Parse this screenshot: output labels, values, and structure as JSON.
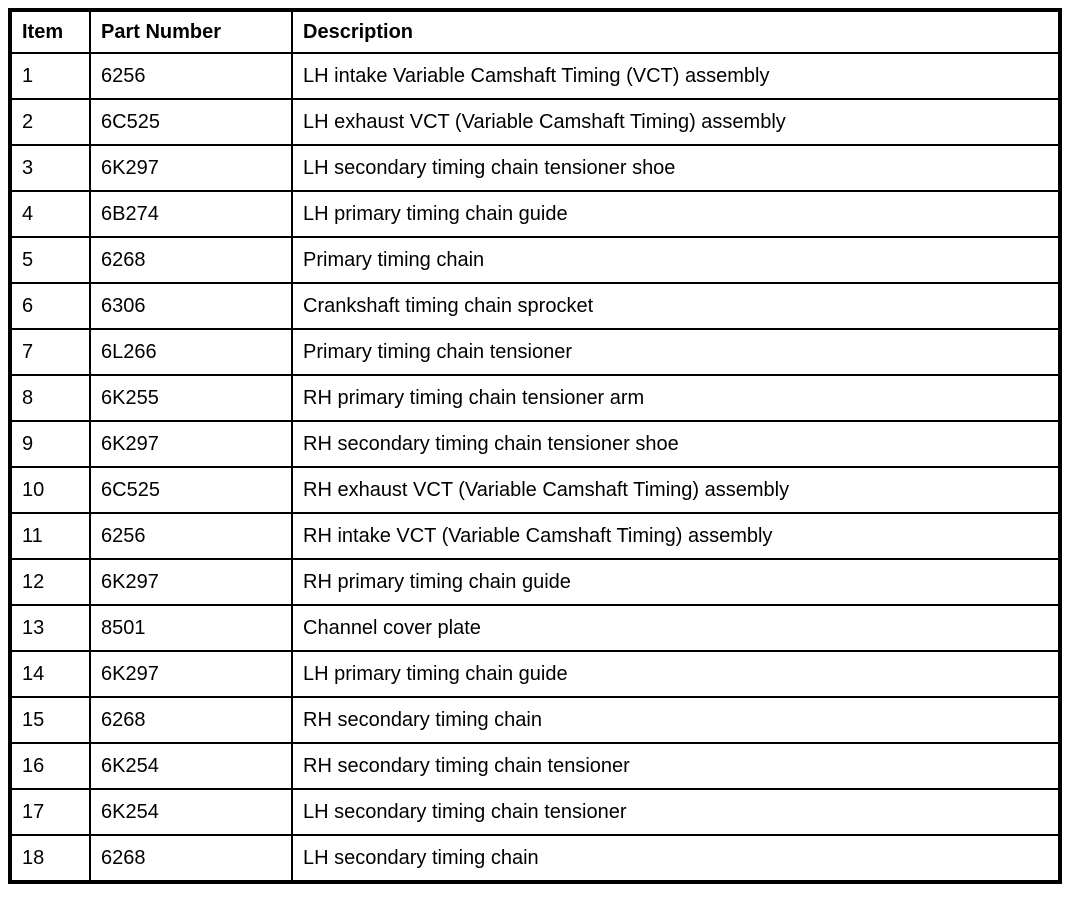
{
  "colors": {
    "border": "#000000",
    "text": "#000000",
    "background": "#ffffff"
  },
  "table": {
    "headers": [
      "Item",
      "Part Number",
      "Description"
    ],
    "rows": [
      {
        "item": "1",
        "part_number": "6256",
        "description": "LH intake Variable Camshaft Timing (VCT) assembly"
      },
      {
        "item": "2",
        "part_number": "6C525",
        "description": "LH exhaust VCT (Variable Camshaft Timing) assembly"
      },
      {
        "item": "3",
        "part_number": "6K297",
        "description": "LH secondary timing chain tensioner shoe"
      },
      {
        "item": "4",
        "part_number": "6B274",
        "description": "LH primary timing chain guide"
      },
      {
        "item": "5",
        "part_number": "6268",
        "description": "Primary timing chain"
      },
      {
        "item": "6",
        "part_number": "6306",
        "description": "Crankshaft timing chain sprocket"
      },
      {
        "item": "7",
        "part_number": "6L266",
        "description": "Primary timing chain tensioner"
      },
      {
        "item": "8",
        "part_number": "6K255",
        "description": "RH primary timing chain tensioner arm"
      },
      {
        "item": "9",
        "part_number": "6K297",
        "description": "RH secondary timing chain tensioner shoe"
      },
      {
        "item": "10",
        "part_number": "6C525",
        "description": "RH exhaust VCT (Variable Camshaft Timing) assembly"
      },
      {
        "item": "11",
        "part_number": "6256",
        "description": "RH intake VCT (Variable Camshaft Timing) assembly"
      },
      {
        "item": "12",
        "part_number": "6K297",
        "description": "RH primary timing chain guide"
      },
      {
        "item": "13",
        "part_number": "8501",
        "description": "Channel cover plate"
      },
      {
        "item": "14",
        "part_number": "6K297",
        "description": "LH primary timing chain guide"
      },
      {
        "item": "15",
        "part_number": "6268",
        "description": "RH secondary timing chain"
      },
      {
        "item": "16",
        "part_number": "6K254",
        "description": "RH secondary timing chain tensioner"
      },
      {
        "item": "17",
        "part_number": "6K254",
        "description": "LH secondary timing chain tensioner"
      },
      {
        "item": "18",
        "part_number": "6268",
        "description": "LH secondary timing chain"
      }
    ]
  }
}
